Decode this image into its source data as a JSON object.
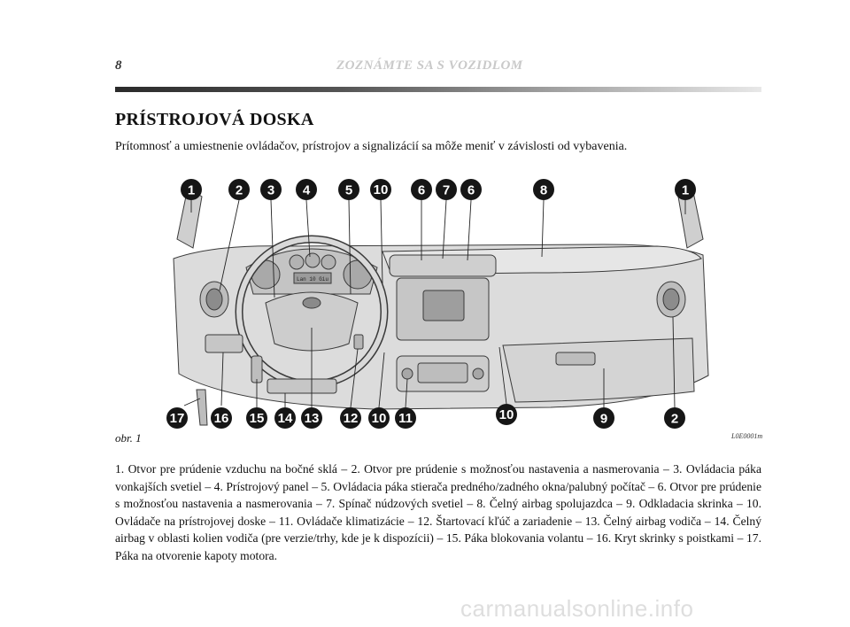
{
  "header": {
    "page_number": "8",
    "running_title": "ZOZNÁMTE SA S VOZIDLOM"
  },
  "section": {
    "title": "PRÍSTROJOVÁ DOSKA",
    "intro": "Prítomnosť a umiestnenie ovládačov, prístrojov a signalizácií sa môže meniť v závislosti od vybavenia."
  },
  "figure": {
    "label": "obr. 1",
    "code": "L0E0001m",
    "screen_text": "Lan 10 Giu",
    "callouts_top": [
      "1",
      "2",
      "3",
      "4",
      "5",
      "10",
      "6",
      "7",
      "6",
      "8",
      "1"
    ],
    "callouts_bottom": [
      "17",
      "16",
      "15",
      "14",
      "13",
      "12",
      "10",
      "11",
      "10",
      "9",
      "2"
    ]
  },
  "caption": "1. Otvor pre prúdenie vzduchu na bočné sklá – 2. Otvor pre prúdenie s možnosťou nastavenia a nasmerovania – 3. Ovládacia páka vonkajších svetiel – 4. Prístrojový panel – 5. Ovládacia páka stierača predného/zadného okna/palubný počítač – 6. Otvor pre prúdenie s možnosťou nastavenia a nasmerovania – 7. Spínač núdzových svetiel – 8. Čelný airbag spolujazdca – 9. Odkladacia skrinka – 10. Ovládače na prístrojovej doske – 11. Ovládače klimatizácie – 12. Štartovací kľúč a zariadenie – 13. Čelný airbag vodiča – 14. Čelný airbag v oblasti kolien vodiča (pre verzie/trhy, kde je k dispozícii) – 15. Páka blokovania volantu – 16. Kryt skrinky s poistkami – 17. Páka na otvorenie kapoty motora.",
  "watermark": "carmanualsonline.info"
}
